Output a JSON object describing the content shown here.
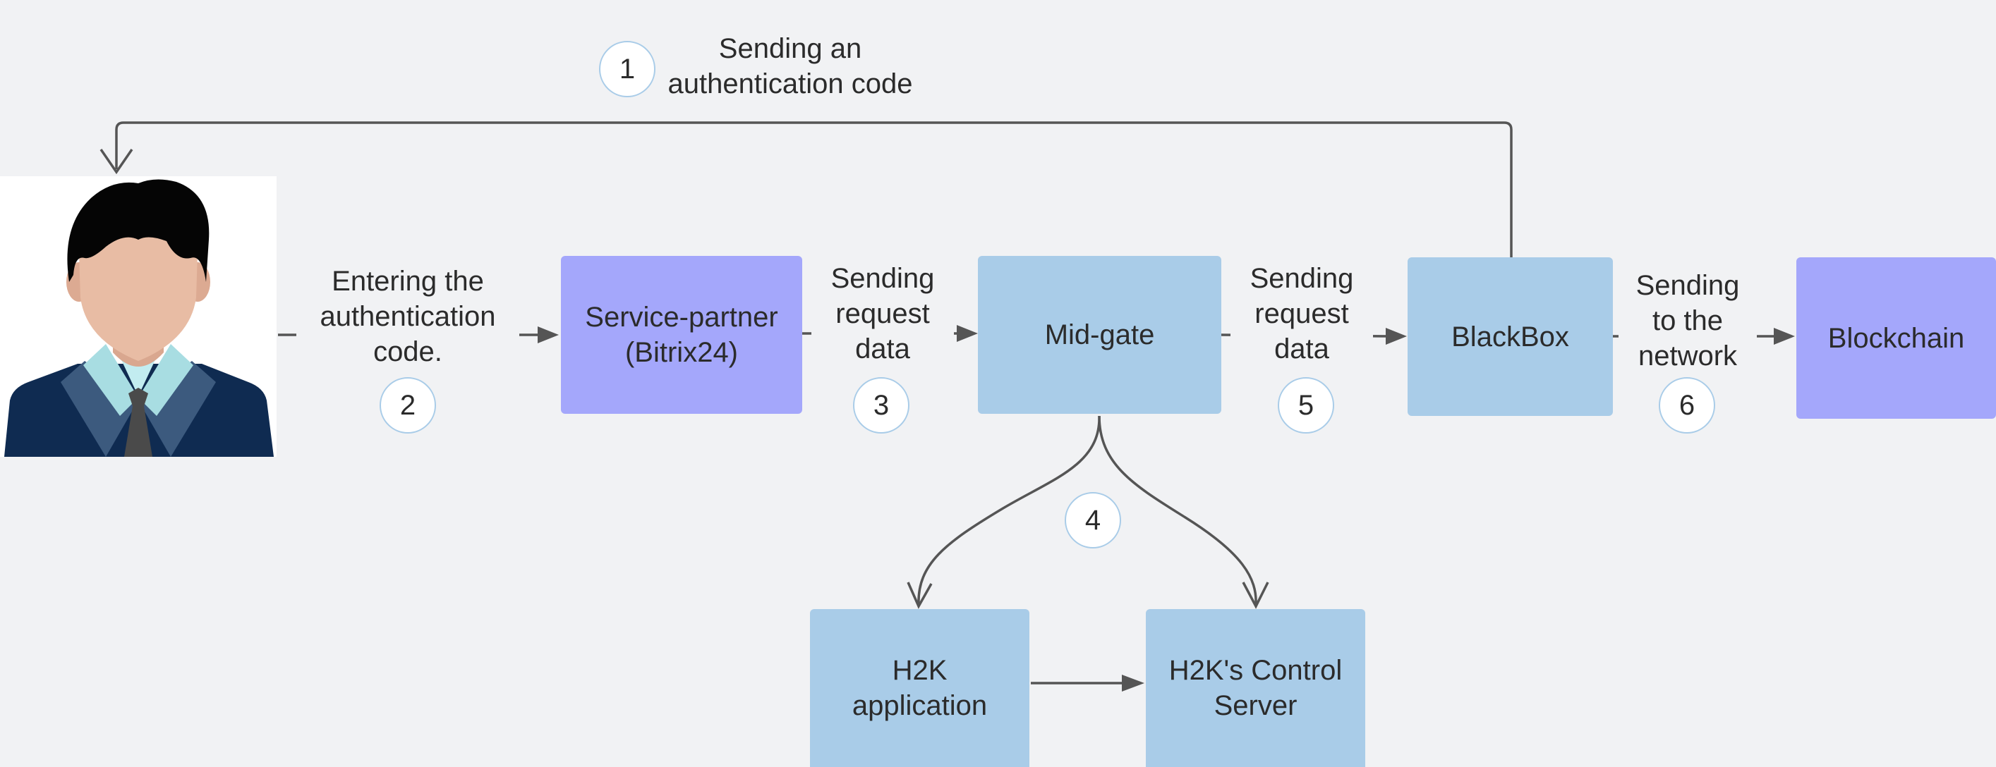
{
  "nodes": {
    "service_partner": "Service-partner\n(Bitrix24)",
    "mid_gate": "Mid-gate",
    "blackbox": "BlackBox",
    "blockchain": "Blockchain",
    "h2k_application": "H2K\napplication",
    "h2k_control_server": "H2K's Control\nServer"
  },
  "edges": {
    "send_auth_code": "Sending an\nauthentication code",
    "enter_auth_code": "Entering the\nauthentication\ncode.",
    "send_request_data_1": "Sending\nrequest\ndata",
    "send_request_data_2": "Sending\nrequest\ndata",
    "send_to_network": "Sending\nto the\nnetwork"
  },
  "steps": [
    "1",
    "2",
    "3",
    "4",
    "5",
    "6"
  ],
  "colors": {
    "background": "#f1f2f4",
    "blue_node": "#a9cce8",
    "purple_node": "#a4a7fb",
    "connector": "#555555"
  },
  "icons": [
    "user-avatar-icon"
  ]
}
